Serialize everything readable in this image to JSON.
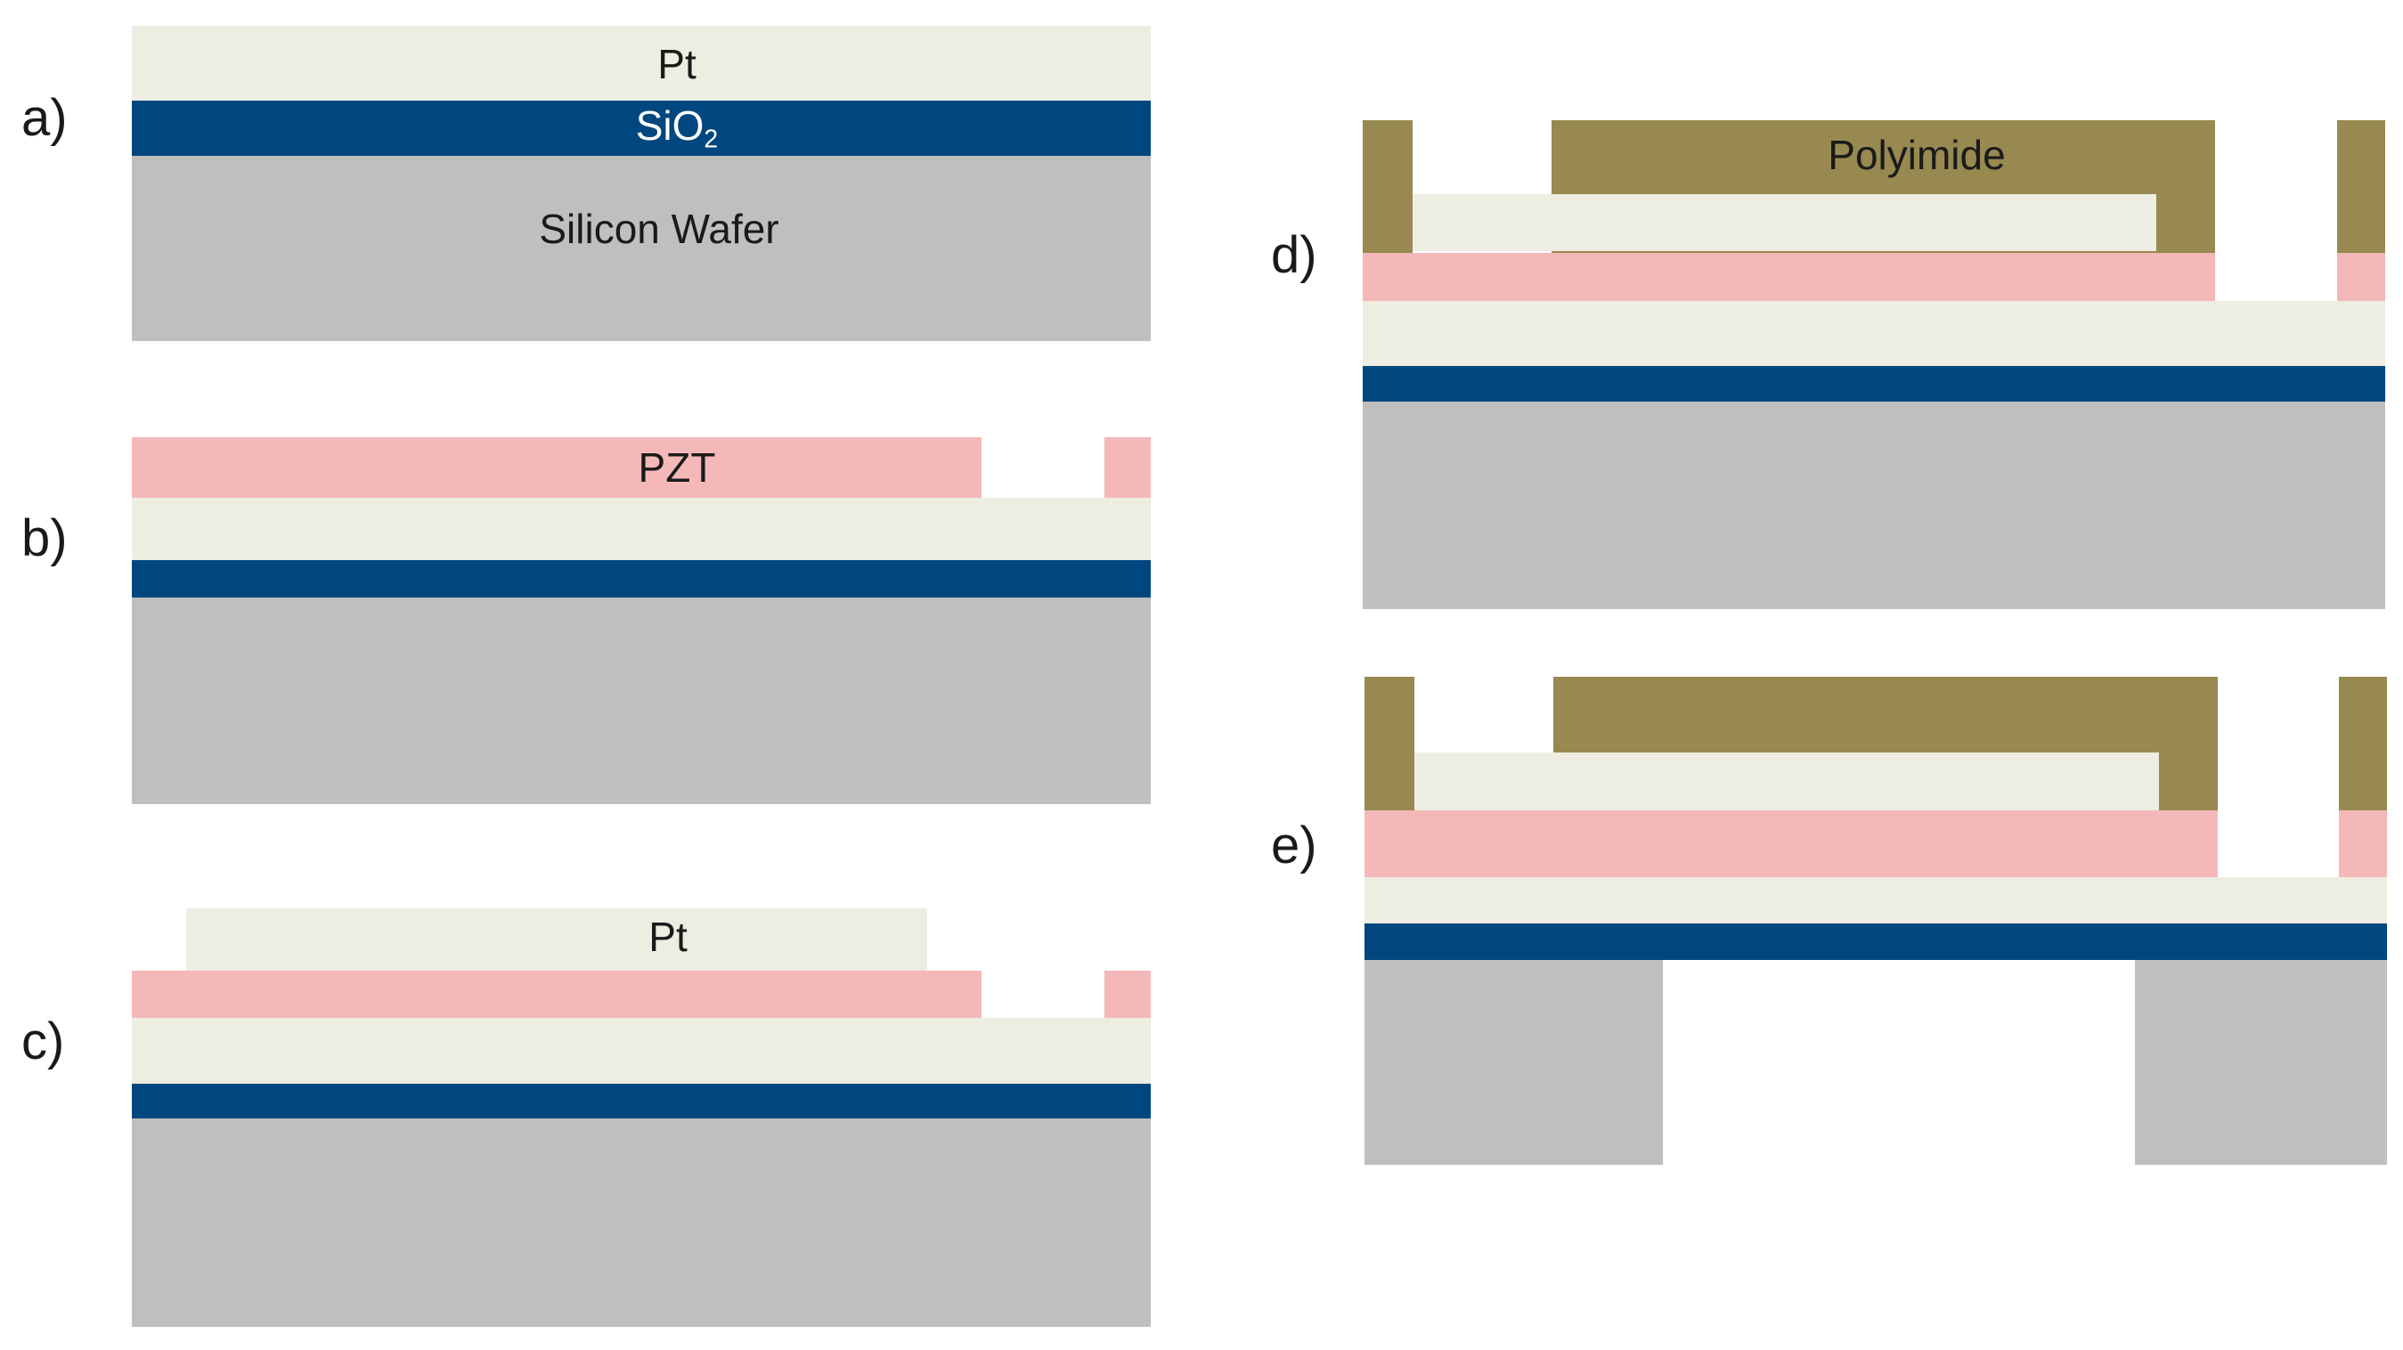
{
  "colors": {
    "pt": "#eeede1",
    "sio2": "#00477f",
    "silicon": "#bfbfbf",
    "pzt": "#f4b8b9",
    "polyimide": "#97894f"
  },
  "steps": [
    {
      "id": "a",
      "label": "a)"
    },
    {
      "id": "b",
      "label": "b)"
    },
    {
      "id": "c",
      "label": "c)"
    },
    {
      "id": "d",
      "label": "d)"
    },
    {
      "id": "e",
      "label": "e)"
    }
  ],
  "layer_labels": {
    "pt": "Pt",
    "sio2_base": "SiO",
    "sio2_sub": "2",
    "silicon_wafer": "Silicon Wafer",
    "pzt": "PZT",
    "pt_top": "Pt",
    "polyimide": "Polyimide"
  }
}
